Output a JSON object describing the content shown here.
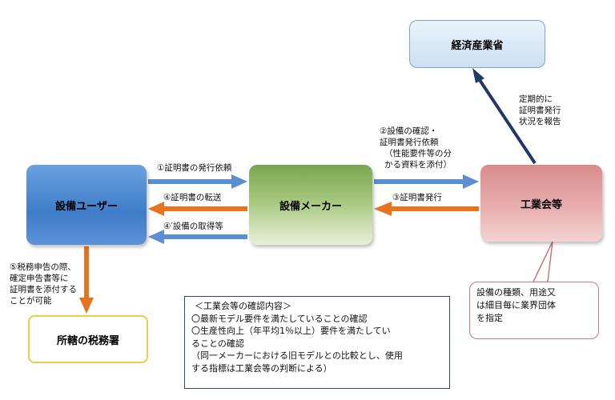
{
  "nodes": {
    "ministry": "経済産業省",
    "users": "設備ユーザー",
    "maker": "設備メーカー",
    "industry": "工業会等",
    "tax_office": "所轄の税務署"
  },
  "flows": {
    "step1": "①証明書の発行依頼",
    "step2_lines": [
      "②設備の確認・",
      "証明書発行依頼",
      "（性能要件等の分",
      "かる資料を添付）"
    ],
    "step3": "③証明書発行",
    "step4": "④証明書の転送",
    "step4b": "④′設備の取得等",
    "step5_lines": [
      "⑤税務申告の際、",
      "確定申告書等に",
      "証明書を添付する",
      "ことが可能"
    ],
    "report_lines": [
      "定期的に",
      "証明書発行",
      "状況を報告"
    ]
  },
  "callout_lines": [
    "設備の種類、用途又",
    "は細目毎に業界団体",
    "を指定"
  ],
  "confirm_box": {
    "title": "＜工業会等の確認内容＞",
    "lines": [
      "〇最新モデル要件を満たしていることの確認",
      "〇生産性向上（年平均1％以上）要件を満たしてい",
      "ることの確認",
      "（同一メーカーにおける旧モデルとの比較とし、使用",
      "する指標は工業会等の判断による）"
    ]
  },
  "colors": {
    "blue_arrow": "#5b8fd1",
    "orange_arrow": "#e8731e",
    "navy_arrow": "#1f3a66"
  }
}
